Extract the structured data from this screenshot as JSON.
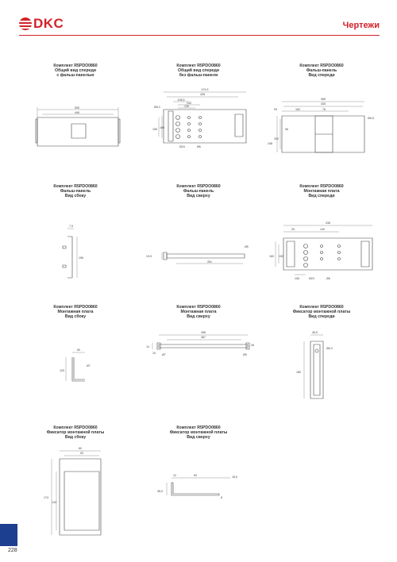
{
  "brand": {
    "name": "DKC",
    "color": "#d2232a"
  },
  "section": {
    "title": "Чертежи"
  },
  "page": {
    "number": "228",
    "tab_color": "#1d3f8f"
  },
  "drawings": [
    {
      "caption": [
        "Комплект R5PDO0860",
        "Общий вид спереди",
        "с фальш-панелью"
      ],
      "dims": [
        "505",
        "446"
      ]
    },
    {
      "caption": [
        "Комплект R5PDO0860",
        "Общий вид спереди",
        "без фальш-панели"
      ],
      "dims": [
        "474,5",
        "428",
        "108,5",
        "140",
        "126",
        "Ø6,3",
        "155",
        "160",
        "Ø24",
        "Ø6"
      ]
    },
    {
      "caption": [
        "Комплект R5PDO0860",
        "Фальш-панель",
        "Вид спереди"
      ],
      "dims": [
        "465",
        "445",
        "93",
        "162",
        "76",
        "Ø6,5",
        "248",
        "200",
        "96"
      ]
    },
    {
      "caption": [
        "Комплект R5PDO0860",
        "Фальш-панель",
        "Вид сбоку"
      ],
      "dims": [
        "7,5",
        "196"
      ]
    },
    {
      "caption": [
        "Комплект R5PDO0860",
        "Фальш-панель",
        "Вид сверху"
      ],
      "dims": [
        "19,5",
        "261",
        "Ø5"
      ]
    },
    {
      "caption": [
        "Комплект R5PDO0860",
        "Монтажная плата",
        "Вид спереди"
      ],
      "dims": [
        "436",
        "25",
        "140",
        "160",
        "150",
        "106",
        "Ø24",
        "Ø6"
      ]
    },
    {
      "caption": [
        "Комплект R5PDO0860",
        "Монтажная плата",
        "Вид сбоку"
      ],
      "dims": [
        "50",
        "125",
        "Ø7"
      ]
    },
    {
      "caption": [
        "Комплект R5PDO0860",
        "Монтажная плата",
        "Вид сверху"
      ],
      "dims": [
        "458",
        "387",
        "26",
        "14",
        "10",
        "Ø7",
        "Ø5"
      ]
    },
    {
      "caption": [
        "Комплект R5PDO0860",
        "Фиксатор монтажной платы",
        "Вид спереди"
      ],
      "dims": [
        "36,5",
        "Ø6,3",
        "180"
      ]
    },
    {
      "caption": [
        "Комплект R5PDO0860",
        "Фиксатор монтажной платы",
        "Вид сбоку"
      ],
      "dims": [
        "60",
        "53",
        "174",
        "134"
      ]
    },
    {
      "caption": [
        "Комплект R5PDO0860",
        "Фиксатор монтажной платы",
        "Вид сверху"
      ],
      "dims": [
        "12",
        "63",
        "18,5",
        "36,5",
        "8"
      ]
    }
  ]
}
